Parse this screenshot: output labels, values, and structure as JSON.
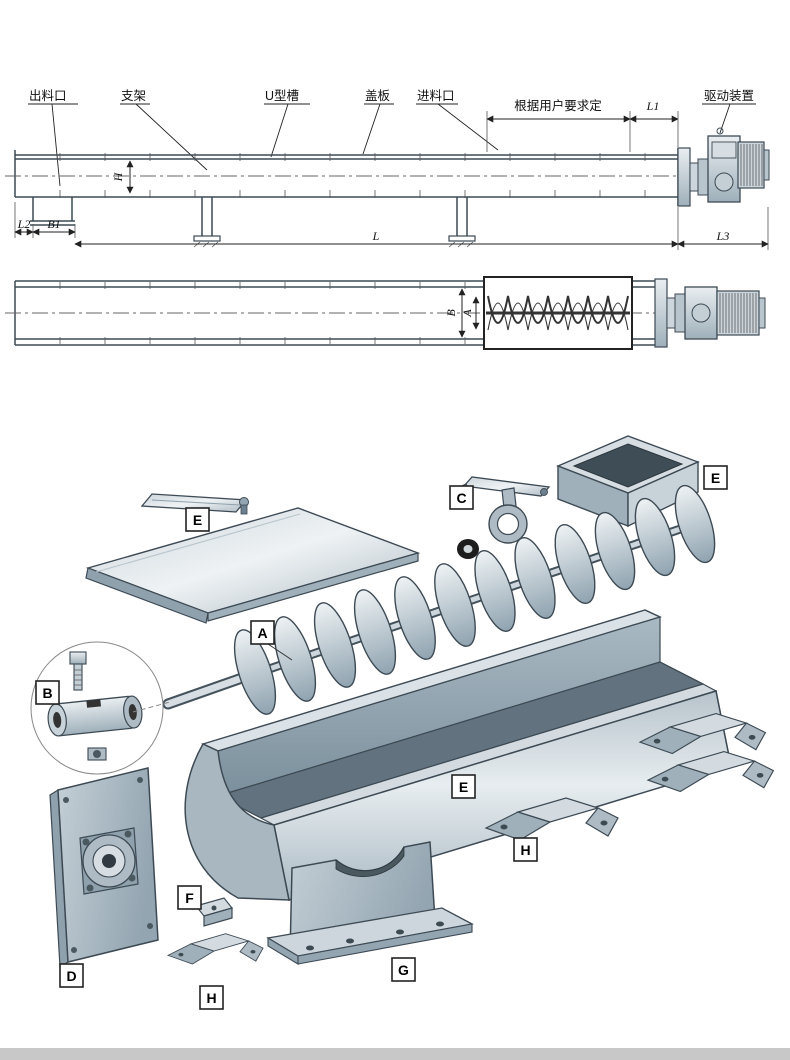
{
  "side_view": {
    "part_labels": {
      "outlet": "出料口",
      "support": "支架",
      "u_trough": "U型槽",
      "cover_plate": "盖板",
      "inlet": "进料口",
      "user_requirement": "根据用户要求定",
      "drive_unit": "驱动装置"
    },
    "dimensions": {
      "h": "H",
      "l1": "L1",
      "l2": "L2",
      "b1": "B1",
      "l": "L",
      "l3": "L3"
    }
  },
  "plan_view": {
    "dimensions": {
      "b": "B",
      "a": "A"
    }
  },
  "exploded_view": {
    "labels": [
      "E",
      "C",
      "E",
      "A",
      "B",
      "E",
      "H",
      "D",
      "F",
      "G",
      "H"
    ]
  },
  "colors": {
    "steel_light": "#dde4e9",
    "steel_mid": "#aebbc4",
    "steel_dark": "#62737f",
    "outline": "#3d4a54"
  }
}
